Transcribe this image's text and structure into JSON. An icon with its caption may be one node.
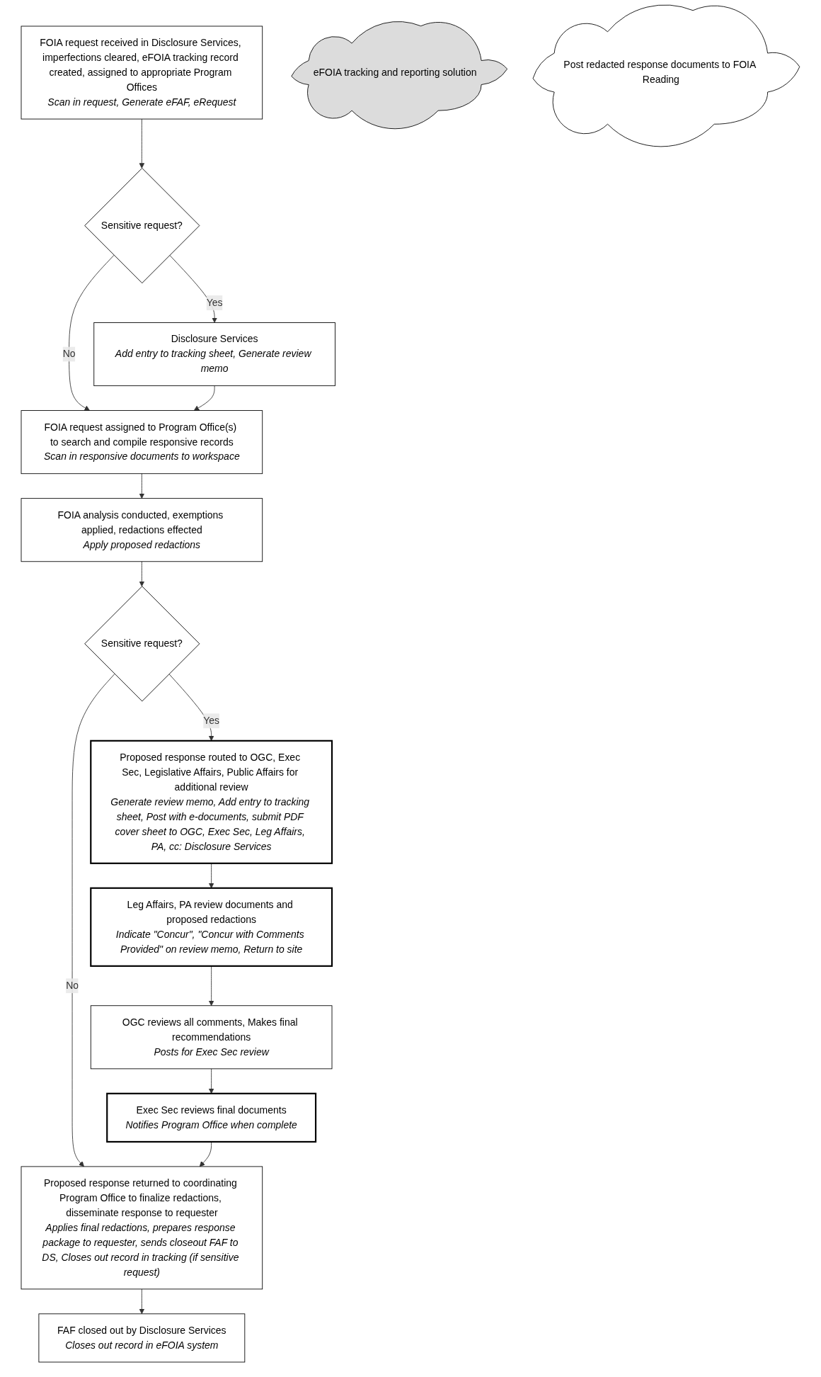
{
  "diagram": {
    "nodes": [
      {
        "text": [
          "FOIA request received in Disclosure Services, imperfections cleared, eFOIA tracking record created, assigned to appropriate Program Offices",
          "Scan in request, Generate eFAF, eRequest"
        ]
      },
      {
        "text": [
          "Sensitive request?"
        ]
      },
      {
        "text": [
          "Disclosure Services",
          "Add entry to tracking sheet, Generate review memo"
        ]
      },
      {
        "text": [
          "FOIA request assigned to Program Office(s) to search and compile responsive records",
          "Scan in responsive documents to workspace"
        ]
      },
      {
        "text": [
          "FOIA analysis conducted, exemptions applied, redactions effected",
          "Apply proposed redactions"
        ]
      },
      {
        "text": [
          "Sensitive request?"
        ]
      },
      {
        "text": [
          "Proposed response routed to OGC, Exec Sec, Legislative Affairs, Public Affairs for additional review",
          "Generate review memo, Add entry to tracking sheet, Post with e-documents, submit PDF cover sheet to OGC, Exec Sec, Leg Affairs, PA, cc: Disclosure Services"
        ]
      },
      {
        "text": [
          "Leg Affairs, PA review documents and proposed redactions",
          "Indicate \"Concur\", \"Concur with Comments Provided\" on review memo, Return to site"
        ]
      },
      {
        "text": [
          "OGC reviews all comments, Makes final recommendations",
          "Posts for Exec Sec review"
        ]
      },
      {
        "text": [
          "Exec Sec reviews final documents",
          "Notifies Program Office when complete"
        ]
      },
      {
        "text": [
          "eFOIA tracking and reporting solution"
        ]
      },
      {
        "text": [
          "FAF closed out by Disclosure Services",
          "Closes out record in eFOIA system"
        ]
      },
      {
        "text": [
          "Proposed response returned to coordinating Program Office to finalize redactions, disseminate response to requester",
          "Applies final redactions, prepares response package to requester, sends closeout FAF to DS, Closes out record in tracking (if sensitive request)"
        ]
      },
      {
        "text": [
          "Post redacted response documents to FOIA Reading"
        ]
      }
    ],
    "edges": [
      {
        "from": 0,
        "to": 1,
        "arrow": "to"
      },
      {
        "from": 1,
        "to": 2,
        "arrow": "to",
        "label": "Yes"
      },
      {
        "from": 1,
        "to": 3,
        "arrow": "to",
        "label": "No"
      },
      {
        "from": 2,
        "to": 3,
        "arrow": "to"
      },
      {
        "from": 3,
        "to": 4,
        "arrow": "to"
      },
      {
        "from": 4,
        "to": 5,
        "arrow": "to"
      },
      {
        "from": 5,
        "to": 12,
        "arrow": "to",
        "label": "No"
      },
      {
        "from": 5,
        "to": 6,
        "arrow": "to",
        "label": "Yes"
      },
      {
        "from": 6,
        "to": 7,
        "arrow": "to"
      },
      {
        "from": 7,
        "to": 8,
        "arrow": "to"
      },
      {
        "from": 8,
        "to": 9,
        "arrow": "to"
      },
      {
        "from": 9,
        "to": 12,
        "arrow": "to"
      },
      {
        "from": 12,
        "to": 11,
        "arrow": "to"
      }
    ]
  }
}
